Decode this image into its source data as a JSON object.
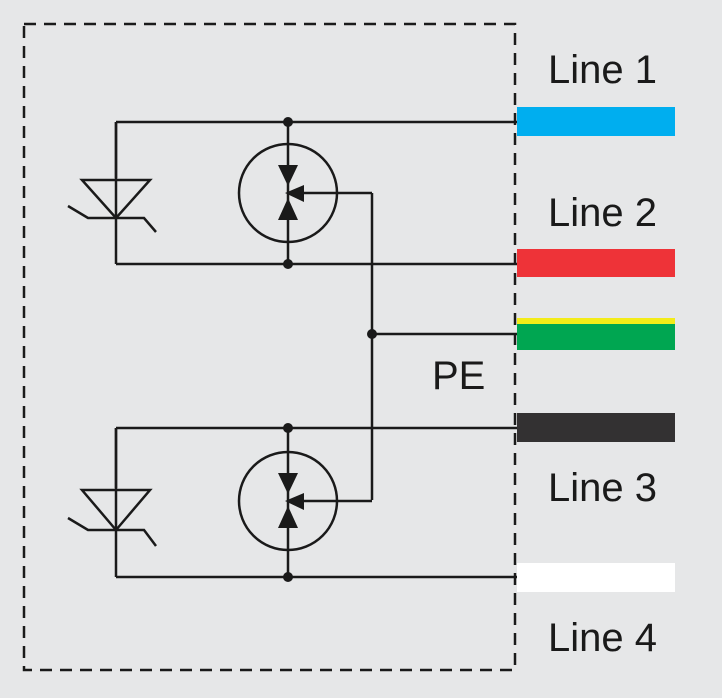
{
  "labels": {
    "line1": "Line 1",
    "line2": "Line 2",
    "pe": "PE",
    "line3": "Line 3",
    "line4": "Line 4"
  },
  "wire_colors": {
    "line1": "#00aeef",
    "line2": "#ee3338",
    "pe_yellow": "#f3ec19",
    "pe_green": "#00a651",
    "line3": "#333132",
    "line4": "#ffffff"
  },
  "components": {
    "protector_upper": "tvs-diode-icon",
    "gas_tube_upper": "gas-discharge-tube-icon",
    "protector_lower": "tvs-diode-icon",
    "gas_tube_lower": "gas-discharge-tube-icon"
  }
}
